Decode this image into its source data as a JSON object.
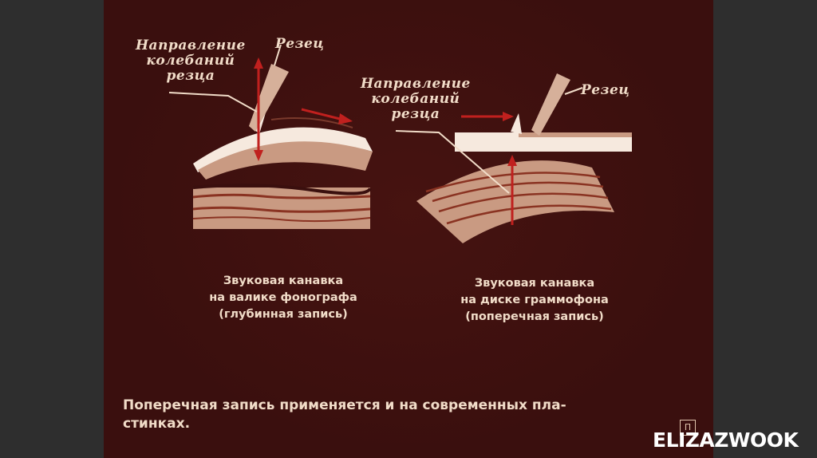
{
  "left_figure": {
    "label_direction": "Направление\nколебаний\nрезца",
    "label_cutter": "Резец",
    "caption": "Звуковая канавка\nна валике фонографа\n(глубинная запись)"
  },
  "right_figure": {
    "label_direction": "Направление\nколебаний\nрезца",
    "label_cutter": "Резец",
    "caption": "Звуковая канавка\nна диске граммофона\n(поперечная запись)"
  },
  "bottom_text": "Поперечная запись применяется и на современных пла-\nстинках.",
  "page_mark": "П",
  "watermark": "ELIZAZWOOK",
  "colors": {
    "background": "#3a0f0e",
    "material": "#c99a82",
    "highlight": "#f6e9de",
    "arrow": "#c0201e",
    "text": "#f1dcc8"
  }
}
